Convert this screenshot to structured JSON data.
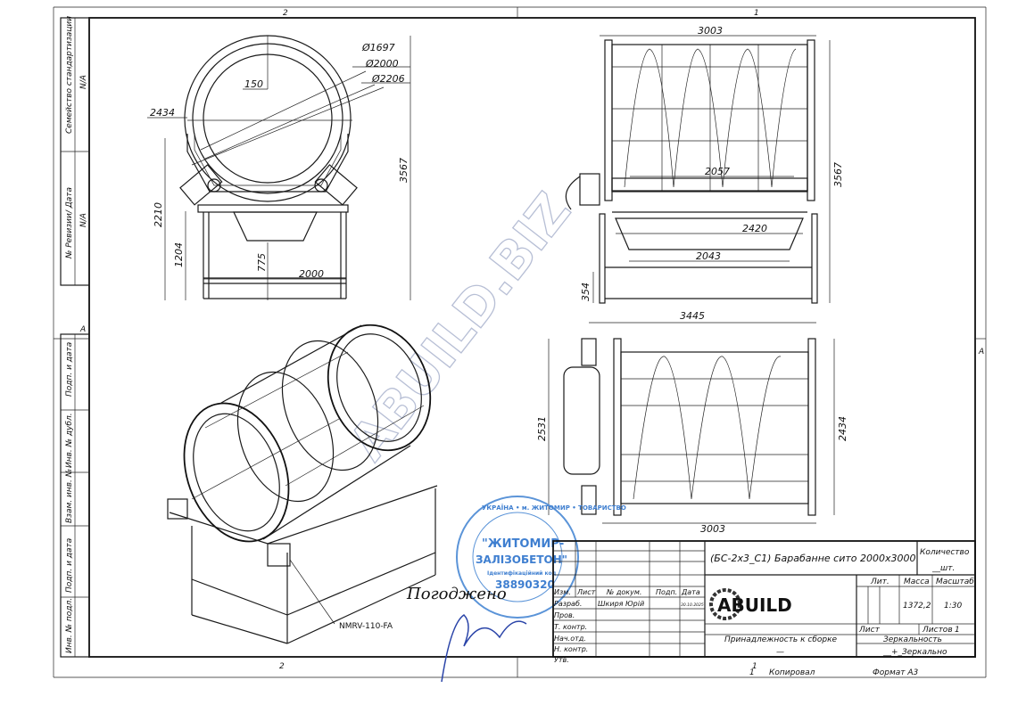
{
  "sheet": {
    "zones_top": [
      "2",
      "1"
    ],
    "zones_bottom": [
      "2",
      "1"
    ],
    "zone_side": "A",
    "copied_label": "Копировал",
    "copied_number": "1",
    "format_label": "Формат А3"
  },
  "left_strip": {
    "top": [
      {
        "label": "Семейство стандартизации",
        "value": "N/A"
      },
      {
        "label": "№ Ревизии/ Дата",
        "value": "N/A"
      }
    ],
    "bottom": [
      "Подп. и дата",
      "Инв. № дубл.",
      "Взам. инв. №",
      "Подп. и дата",
      "Инв. № подл."
    ]
  },
  "front_view": {
    "d1": "Ø1697",
    "d2": "Ø2000",
    "d3": "Ø2206",
    "offset": "150",
    "width_total": "2434",
    "height_total": "3567",
    "height_axis": "2210",
    "height_frame": "1204",
    "hopper_clearance": "775",
    "frame_width": "2000"
  },
  "side_view": {
    "length": "3003",
    "inner_length": "2057",
    "hopper_top": "2420",
    "hopper_bottom": "2043",
    "height_total": "3567",
    "foot": "354"
  },
  "top_view": {
    "length_total": "3445",
    "length": "3003",
    "width_total": "2531",
    "width": "2434"
  },
  "iso_view": {
    "motor_label": "NMRV-110-FA"
  },
  "watermark": "ABUILD.BIZ",
  "stamp": {
    "line1": "\"ЖИТОМИР-",
    "line2": "ЗАЛІЗОБЕТОН\"",
    "ring": "УКРАЇНА • м. ЖИТОМИР • ТОВАРИСТВО",
    "code_label": "Ідентифікаційний код",
    "code": "38890320"
  },
  "signature": {
    "text": "Погоджено"
  },
  "title_block": {
    "title": "(БС-2х3_С1) Барабанне сито 2000х3000",
    "quantity_label": "Количество",
    "quantity_value": "__шт.",
    "lit_label": "Лит.",
    "mass_label": "Масса",
    "scale_label": "Масштаб",
    "mass": "1372,2",
    "scale": "1:30",
    "sheet_label": "Лист",
    "sheets_label": "Листов",
    "sheets": "1",
    "belongs_label": "Принадлежность к сборке",
    "belongs_value": "—",
    "mirror_label": "Зеркальность",
    "mirror_value": "__+_Зеркально",
    "logo": "ABUILD",
    "headers": [
      "Изм.",
      "Лист",
      "№ докум.",
      "Подп.",
      "Дата"
    ],
    "rows": [
      {
        "role": "Разраб.",
        "name": "Шкиря Юрій",
        "date": "30.10.2025"
      },
      {
        "role": "Пров.",
        "name": "",
        "date": ""
      },
      {
        "role": "Т. контр.",
        "name": "",
        "date": ""
      },
      {
        "role": "Нач.отд.",
        "name": "",
        "date": ""
      },
      {
        "role": "Н. контр.",
        "name": "",
        "date": ""
      },
      {
        "role": "Утв.",
        "name": "",
        "date": ""
      }
    ]
  }
}
